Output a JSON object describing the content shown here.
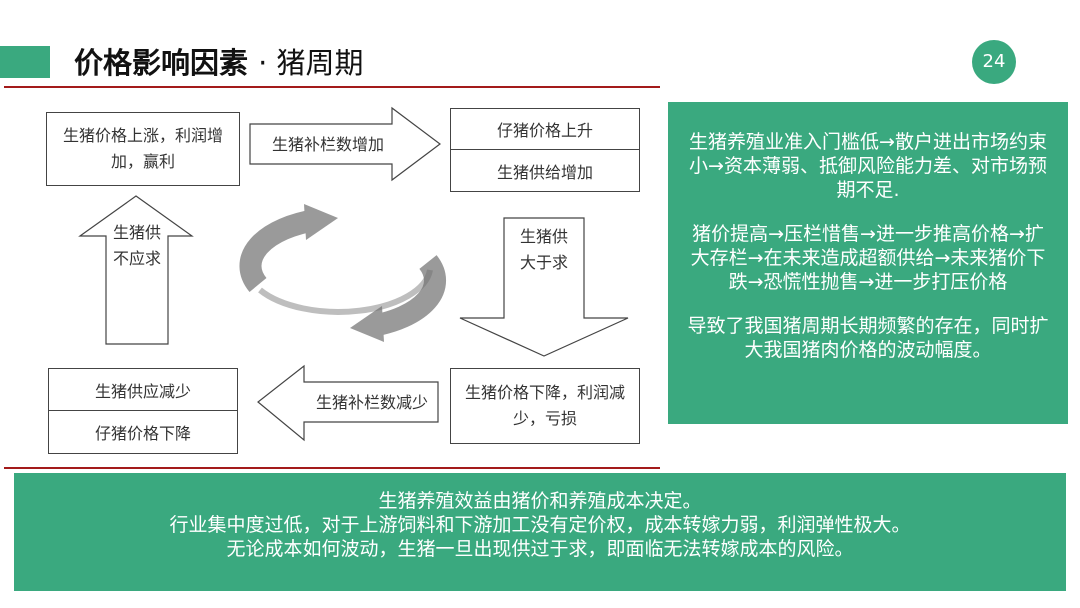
{
  "header": {
    "title": "价格影响因素",
    "subtitle": "· 猪周期",
    "page_number": "24"
  },
  "diagram": {
    "top_left_box": "生猪价格上涨，利润增加，赢利",
    "arrow_right_label": "生猪补栏数增加",
    "top_right_box": {
      "top": "仔猪价格上升",
      "bottom": "生猪供给增加"
    },
    "arrow_down_label": "生猪供大于求",
    "bottom_right_box": "生猪价格下降，利润减少，亏损",
    "arrow_left_label": "生猪补栏数减少",
    "bottom_left_box": {
      "top": "生猪供应减少",
      "bottom": "仔猪价格下降"
    },
    "arrow_up_label": "生猪供不应求"
  },
  "right_panel": {
    "paragraph_1": "生猪养殖业准入门槛低→散户进出市场约束小→资本薄弱、抵御风险能力差、对市场预期不足.",
    "paragraph_2": "猪价提高→压栏惜售→进一步推高价格→扩大存栏→在未来造成超额供给→未来猪价下跌→恐慌性抛售→进一步打压价格",
    "paragraph_3": "导致了我国猪周期长期频繁的存在，同时扩大我国猪肉价格的波动幅度。"
  },
  "bottom_panel": {
    "line_1": "生猪养殖效益由猪价和养殖成本决定。",
    "line_2": "行业集中度过低，对于上游饲料和下游加工没有定价权，成本转嫁力弱，利润弹性极大。",
    "line_3": "无论成本如何波动，生猪一旦出现供过于求，即面临无法转嫁成本的风险。"
  },
  "colors": {
    "accent": "#3aa97f",
    "rule": "#a31a1a"
  }
}
